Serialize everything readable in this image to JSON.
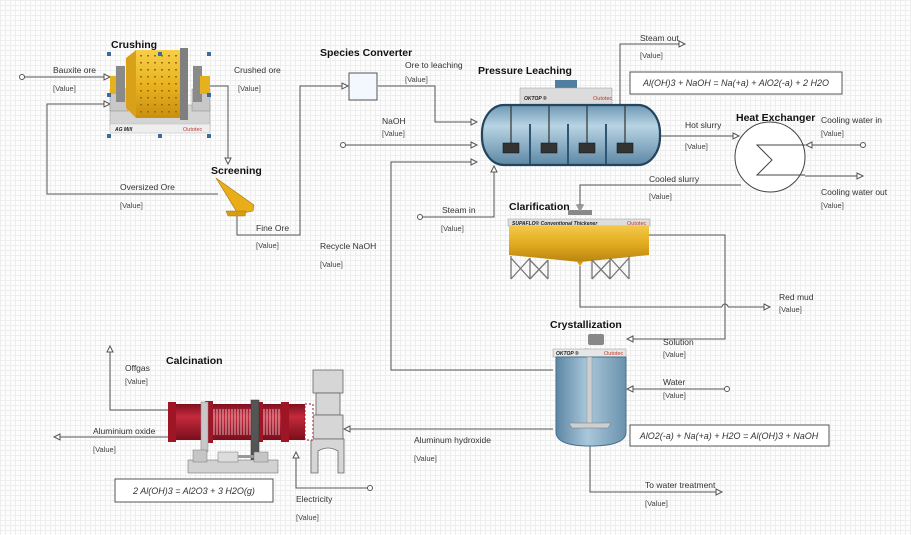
{
  "diagram": {
    "units": [
      {
        "id": "crushing",
        "title": "Crushing",
        "brand": "Outotec",
        "plate": "AG Mill"
      },
      {
        "id": "screening",
        "title": "Screening"
      },
      {
        "id": "species_converter",
        "title": "Species Converter"
      },
      {
        "id": "pressure_leaching",
        "title": "Pressure Leaching",
        "brand": "Outotec",
        "plate": "OKTOP ®"
      },
      {
        "id": "heat_exchanger",
        "title": "Heat Exchanger"
      },
      {
        "id": "clarification",
        "title": "Clarification",
        "brand": "Outotec",
        "plate": "SUPAFLO® Conventional Thickener"
      },
      {
        "id": "crystallization",
        "title": "Crystallization",
        "brand": "Outotec",
        "plate": "OKTOP ®"
      },
      {
        "id": "calcination",
        "title": "Calcination"
      }
    ],
    "streams": [
      {
        "id": "bauxite_ore",
        "label": "Bauxite ore",
        "value": "[Value]"
      },
      {
        "id": "crushed_ore",
        "label": "Crushed ore",
        "value": "[Value]"
      },
      {
        "id": "oversized_ore",
        "label": "Oversized Ore",
        "value": "[Value]"
      },
      {
        "id": "fine_ore",
        "label": "Fine Ore",
        "value": "[Value]"
      },
      {
        "id": "ore_to_leaching",
        "label": "Ore to leaching",
        "value": "[Value]"
      },
      {
        "id": "naoh",
        "label": "NaOH",
        "value": "[Value]"
      },
      {
        "id": "recycle_naoh",
        "label": "Recycle NaOH",
        "value": "[Value]"
      },
      {
        "id": "steam_in",
        "label": "Steam in",
        "value": "[Value]"
      },
      {
        "id": "steam_out",
        "label": "Steam out",
        "value": "[Value]"
      },
      {
        "id": "hot_slurry",
        "label": "Hot slurry",
        "value": "[Value]"
      },
      {
        "id": "cooling_water_in",
        "label": "Cooling water in",
        "value": "[Value]"
      },
      {
        "id": "cooling_water_out",
        "label": "Cooling water out",
        "value": "[Value]"
      },
      {
        "id": "cooled_slurry",
        "label": "Cooled slurry",
        "value": "[Value]"
      },
      {
        "id": "red_mud",
        "label": "Red mud",
        "value": "[Value]"
      },
      {
        "id": "solution",
        "label": "Solution",
        "value": "[Value]"
      },
      {
        "id": "water",
        "label": "Water",
        "value": "[Value]"
      },
      {
        "id": "to_water_treatment",
        "label": "To water treatment",
        "value": "[Value]"
      },
      {
        "id": "aluminum_hydroxide",
        "label": "Aluminum hydroxide",
        "value": "[Value]"
      },
      {
        "id": "offgas",
        "label": "Offgas",
        "value": "[Value]"
      },
      {
        "id": "aluminium_oxide",
        "label": "Aluminium oxide",
        "value": "[Value]"
      },
      {
        "id": "electricity",
        "label": "Electricity",
        "value": "[Value]"
      }
    ],
    "equations": {
      "leaching": "Al(OH)3 + NaOH = Na(+a) + AlO2(-a) + 2 H2O",
      "crystallization": "AlO2(-a) + Na(+a) + H2O = Al(OH)3 + NaOH",
      "calcination": "2 Al(OH)3 = Al2O3 + 3 H2O(g)"
    },
    "colors": {
      "line": "#555555",
      "mill_yellow": "#e8b21f",
      "tank_blue": "#8fb5cc",
      "kiln_red": "#a8182a",
      "brand_red": "#c0392b"
    }
  }
}
